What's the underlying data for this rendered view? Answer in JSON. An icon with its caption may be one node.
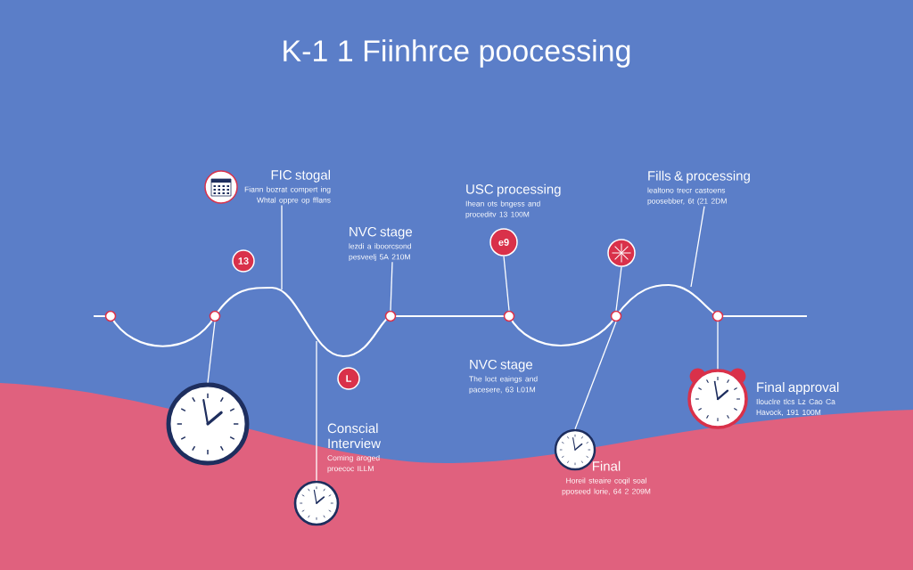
{
  "diagram": {
    "title": "K-1 1 Fiinhrce poocessing",
    "nodes": [
      {
        "text": [
          "FIC stogal",
          "Fiann bozrat compert ing Whtal oppre op fflans"
        ]
      },
      {
        "text": [
          "USC processing",
          "Ihean ots bngess and proceditv 13 100M"
        ]
      },
      {
        "text": [
          "Fills & processing",
          "lealtono trecr castoens poosebber, 6t (21 2DM"
        ]
      },
      {
        "text": [
          "NVC stage",
          "lezdi a iboorcsond pesveelj 5A 210M"
        ]
      },
      {
        "text": [
          "e9"
        ]
      },
      {
        "text": [],
        "shape": "circle"
      },
      {
        "text": [
          "13"
        ]
      },
      {
        "text": [],
        "shape": "circle"
      },
      {
        "text": [],
        "shape": "circle"
      },
      {
        "text": [],
        "shape": "circle"
      },
      {
        "text": [],
        "shape": "circle"
      },
      {
        "text": [],
        "shape": "circle"
      },
      {
        "text": [],
        "shape": "circle"
      },
      {
        "text": [
          "L"
        ]
      },
      {
        "text": [
          "NVC stage",
          "The loct eaings and pacesere, 63 L01M"
        ]
      },
      {
        "text": [
          "Final approval",
          "Ilouclre tlcs Lz Cao Ca Havock, 191 100M"
        ]
      },
      {
        "text": [],
        "shape": "clock"
      },
      {
        "text": [
          "Conscial Interview",
          "Coming aroged proecoc ILLM"
        ]
      },
      {
        "text": [],
        "shape": "clock"
      },
      {
        "text": [
          "Final",
          "Horeil steaire coqil soal pposeed lorie, 64 2 209M"
        ]
      },
      {
        "text": [],
        "shape": "clock"
      },
      {
        "text": [],
        "shape": "clock"
      }
    ],
    "edges": [
      {
        "from": 0,
        "to": null,
        "arrow": "none"
      },
      {
        "from": 3,
        "to": 9,
        "arrow": "none"
      },
      {
        "from": 4,
        "to": 10,
        "arrow": "none"
      },
      {
        "from": 2,
        "to": null,
        "arrow": "none"
      },
      {
        "from": 5,
        "to": 11,
        "arrow": "none"
      },
      {
        "from": 8,
        "to": 16,
        "arrow": "none"
      },
      {
        "from": 11,
        "to": 18,
        "arrow": "none"
      },
      {
        "from": 12,
        "to": 21,
        "arrow": "none"
      },
      {
        "from": null,
        "to": 20,
        "arrow": "none"
      }
    ]
  }
}
